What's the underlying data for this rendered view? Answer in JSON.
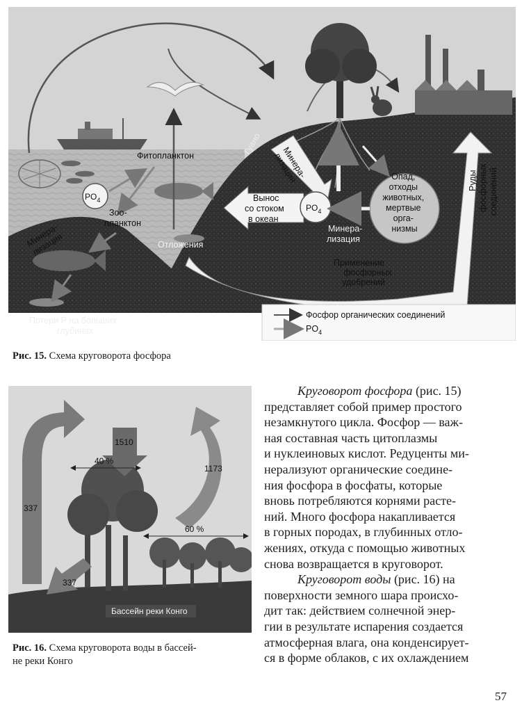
{
  "fig15": {
    "labels": {
      "phytoplankton": "Фитопланктон",
      "zooplankton_1": "Зоо-",
      "zooplankton_2": "планктон",
      "po4_left": "PO",
      "po4_left_sub": "4",
      "mineral_left_1": "Минера-",
      "mineral_left_2": "лизация",
      "deposits": "Отложения",
      "losses_1": "Потери Р на больших",
      "losses_2": "глубинах",
      "guano": "Гуано",
      "mineral_center_1": "Минера-",
      "mineral_center_2": "лизация",
      "runoff_1": "Вынос",
      "runoff_2": "со стоком",
      "runoff_3": "в океан",
      "po4_center": "PO",
      "po4_center_sub": "4",
      "litter_1": "Опад,",
      "litter_2": "отходы",
      "litter_3": "животных,",
      "litter_4": "мертвые",
      "litter_5": "орга-",
      "litter_6": "низмы",
      "mineral_right_1": "Минера-",
      "mineral_right_2": "лизация",
      "fertilizer_1": "Применение",
      "fertilizer_2": "фосфорных",
      "fertilizer_3": "удобрений",
      "ores_1": "Руды",
      "ores_2": "фосфорных",
      "ores_3": "соединений"
    },
    "legend": {
      "organic": "Фосфор органических соединений",
      "po4": "PO",
      "po4_sub": "4"
    },
    "caption_prefix": "Рис. 15.",
    "caption_text": "Схема круговорота фосфора"
  },
  "fig16": {
    "values": {
      "top_down": "1510",
      "right_up": "1173",
      "left": "337",
      "bottom_left": "337",
      "percent_40": "40 %",
      "percent_60": "60 %"
    },
    "basin": "Бассейн реки Конго",
    "caption_prefix": "Рис. 16.",
    "caption_text_1": "Схема круговорота воды в бассей-",
    "caption_text_2": "не реки Конго"
  },
  "text": {
    "para1_italic": "Круговорот фосфора",
    "para1_lines": [
      " (рис. 15)",
      "представляет собой пример простого",
      "незамкнутого цикла. Фосфор — важ-",
      "ная составная часть цитоплазмы",
      "и нуклеиновых кислот. Редуценты ми-",
      "нерализуют органические соедине-",
      "ния фосфора в фосфаты, которые",
      "вновь потребляются корнями расте-",
      "ний. Много фосфора накапливается",
      "в горных породах, в глубинных отло-",
      "жениях, откуда с помощью животных",
      "снова возвращается в круговорот."
    ],
    "para2_italic": "Круговорот воды",
    "para2_lines": [
      " (рис. 16) на",
      "поверхности земного шара происхо-",
      "дит так: действием солнечной энер-",
      "гии в результате испарения создается",
      "атмосферная влага, она конденсирует-",
      "ся в форме облаков, с их охлаждением"
    ]
  },
  "page_number": "57"
}
